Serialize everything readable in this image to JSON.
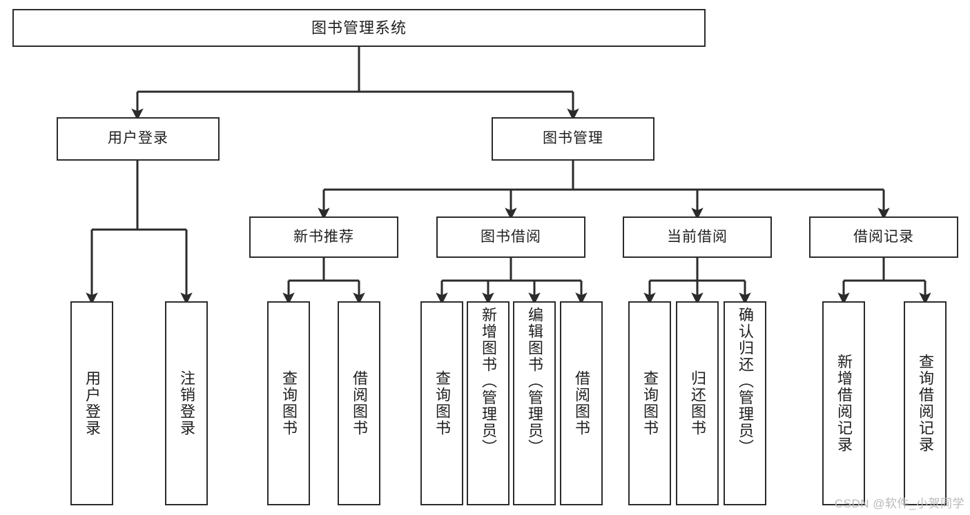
{
  "diagram": {
    "title": "图书管理系统",
    "type": "tree-hierarchy-diagram",
    "colors": {
      "box_border": "#2b2b2b",
      "box_fill": "#ffffff",
      "edge": "#2b2b2b",
      "text": "#1f1f1f",
      "watermark": "#b9b9b9",
      "background": "#ffffff"
    },
    "root": {
      "label": "图书管理系统"
    },
    "level2": [
      {
        "label": "用户登录"
      },
      {
        "label": "图书管理"
      }
    ],
    "level3": [
      {
        "label": "新书推荐"
      },
      {
        "label": "图书借阅"
      },
      {
        "label": "当前借阅"
      },
      {
        "label": "借阅记录"
      }
    ],
    "leaves": {
      "user_login": [
        {
          "label": "用户登录"
        },
        {
          "label": "注销登录"
        }
      ],
      "new_book_recommend": [
        {
          "label": "查询图书"
        },
        {
          "label": "借阅图书"
        }
      ],
      "book_borrow": [
        {
          "label": "查询图书"
        },
        {
          "label": "新增图书（管理员）"
        },
        {
          "label": "编辑图书（管理员）"
        },
        {
          "label": "借阅图书"
        }
      ],
      "current_borrow": [
        {
          "label": "查询图书"
        },
        {
          "label": "归还图书"
        },
        {
          "label": "确认归还（管理员）"
        }
      ],
      "borrow_record": [
        {
          "label": "新增借阅记录"
        },
        {
          "label": "查询借阅记录"
        }
      ]
    }
  },
  "watermark": {
    "text": "CSDN @软件_小贺同学"
  }
}
